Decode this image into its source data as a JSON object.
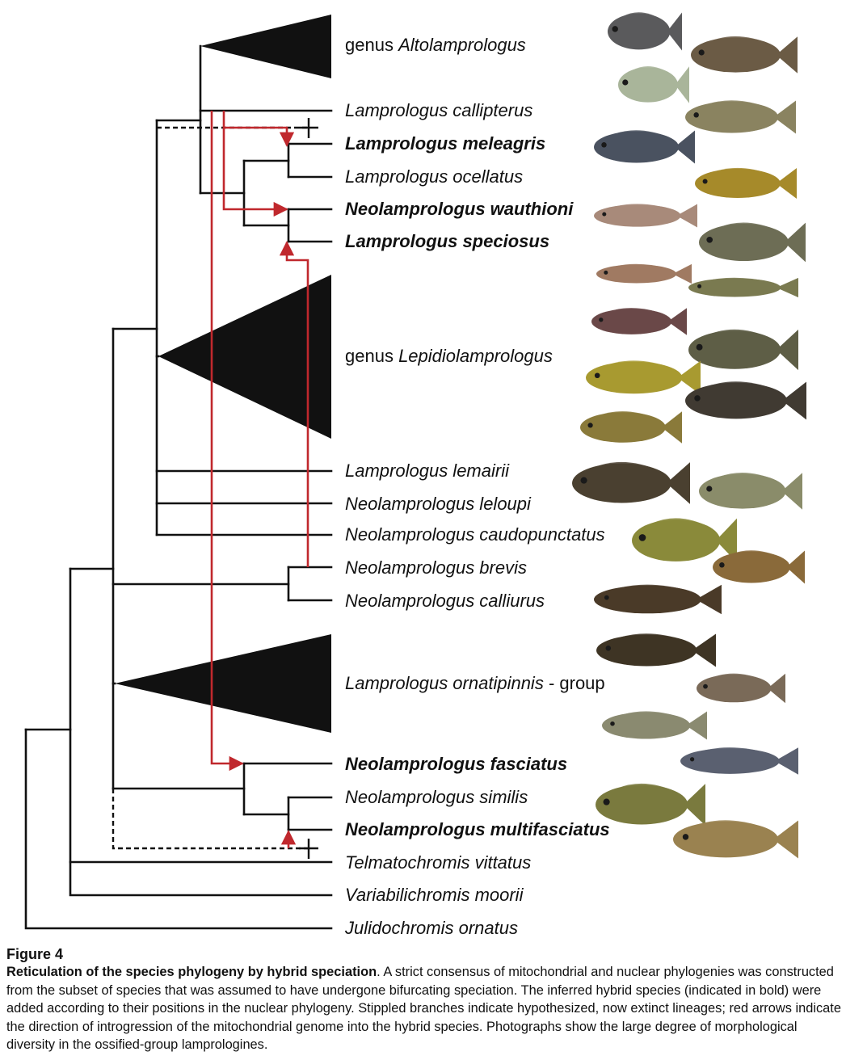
{
  "figure": {
    "taxa": [
      {
        "prefix": "genus ",
        "name": "Altolamprologus",
        "suffix": "",
        "bold": false
      },
      {
        "prefix": "",
        "name": "Lamprologus callipterus",
        "suffix": "",
        "bold": false
      },
      {
        "prefix": "",
        "name": "Lamprologus meleagris",
        "suffix": "",
        "bold": true
      },
      {
        "prefix": "",
        "name": "Lamprologus ocellatus",
        "suffix": "",
        "bold": false
      },
      {
        "prefix": "",
        "name": "Neolamprologus wauthioni",
        "suffix": "",
        "bold": true
      },
      {
        "prefix": "",
        "name": "Lamprologus speciosus",
        "suffix": "",
        "bold": true
      },
      {
        "prefix": "genus ",
        "name": "Lepidiolamprologus",
        "suffix": "",
        "bold": false
      },
      {
        "prefix": "",
        "name": "Lamprologus lemairii",
        "suffix": "",
        "bold": false
      },
      {
        "prefix": "",
        "name": "Neolamprologus leloupi",
        "suffix": "",
        "bold": false
      },
      {
        "prefix": "",
        "name": "Neolamprologus caudopunctatus",
        "suffix": "",
        "bold": false
      },
      {
        "prefix": "",
        "name": "Neolamprologus brevis",
        "suffix": "",
        "bold": false
      },
      {
        "prefix": "",
        "name": "Neolamprologus calliurus",
        "suffix": "",
        "bold": false
      },
      {
        "prefix": "",
        "name": "Lamprologus ornatipinnis",
        "suffix": " - group",
        "bold": false
      },
      {
        "prefix": "",
        "name": "Neolamprologus fasciatus",
        "suffix": "",
        "bold": true
      },
      {
        "prefix": "",
        "name": "Neolamprologus similis",
        "suffix": "",
        "bold": false
      },
      {
        "prefix": "",
        "name": "Neolamprologus multifasciatus",
        "suffix": "",
        "bold": true
      },
      {
        "prefix": "",
        "name": "Telmatochromis vittatus",
        "suffix": "",
        "bold": false
      },
      {
        "prefix": "",
        "name": "Variabilichromis moorii",
        "suffix": "",
        "bold": false
      },
      {
        "prefix": "",
        "name": "Julidochromis ornatus",
        "suffix": "",
        "bold": false
      }
    ],
    "colors": {
      "branch": "#111111",
      "introgression_arrow": "#c0282d",
      "fish_body": "#8a8a6a"
    }
  },
  "caption": {
    "label": "Figure 4",
    "title": "Reticulation of the species phylogeny by hybrid speciation",
    "text": ". A strict consensus of mitochondrial and nuclear phylogenies was constructed from the subset of species that was assumed to have undergone bifurcating speciation. The inferred hybrid species (indicated in bold) were added according to their positions in the nuclear phylogeny. Stippled branches indicate hypothesized, now extinct lineages; red arrows indicate the direction of introgression of the mitochondrial genome into the hybrid species. Photographs show the large degree of morphological diversity in the ossified-group lamprologines."
  }
}
